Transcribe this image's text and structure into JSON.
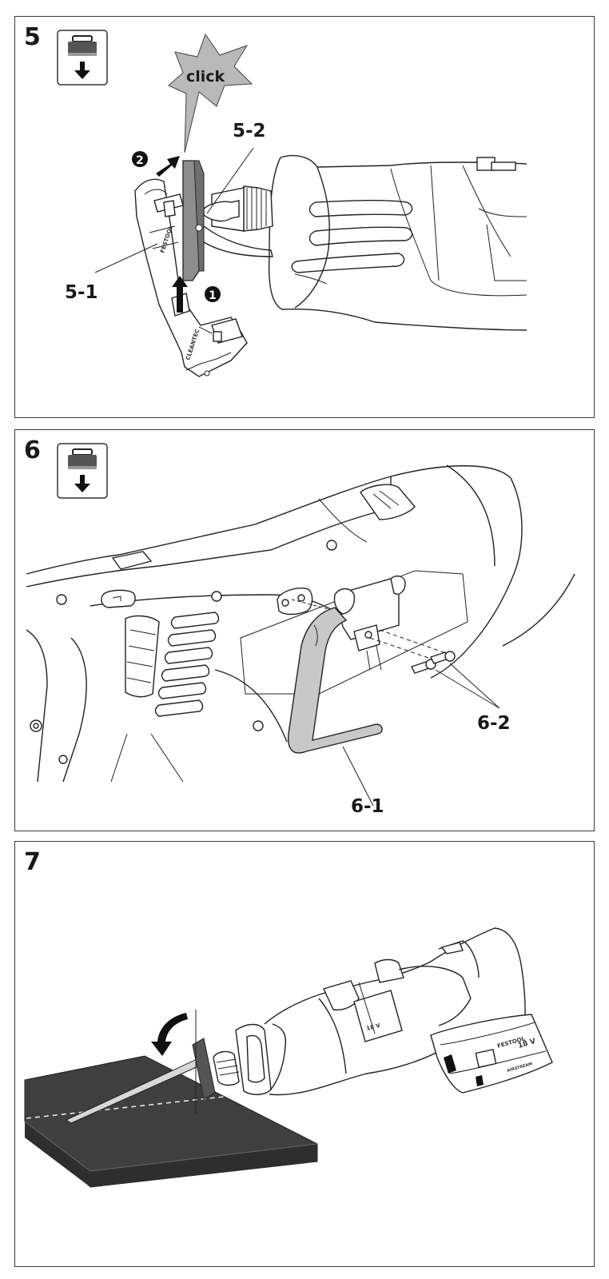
{
  "panels": [
    {
      "number": "5",
      "click": "click",
      "labels": [
        "5-1",
        "5-2"
      ],
      "steps": [
        "2",
        "1"
      ]
    },
    {
      "number": "6",
      "labels": [
        "6-1",
        "6-2"
      ]
    },
    {
      "number": "7"
    }
  ],
  "icons": {
    "battery_remove": "battery-remove-icon",
    "step_arrow": "arrow-icon"
  }
}
